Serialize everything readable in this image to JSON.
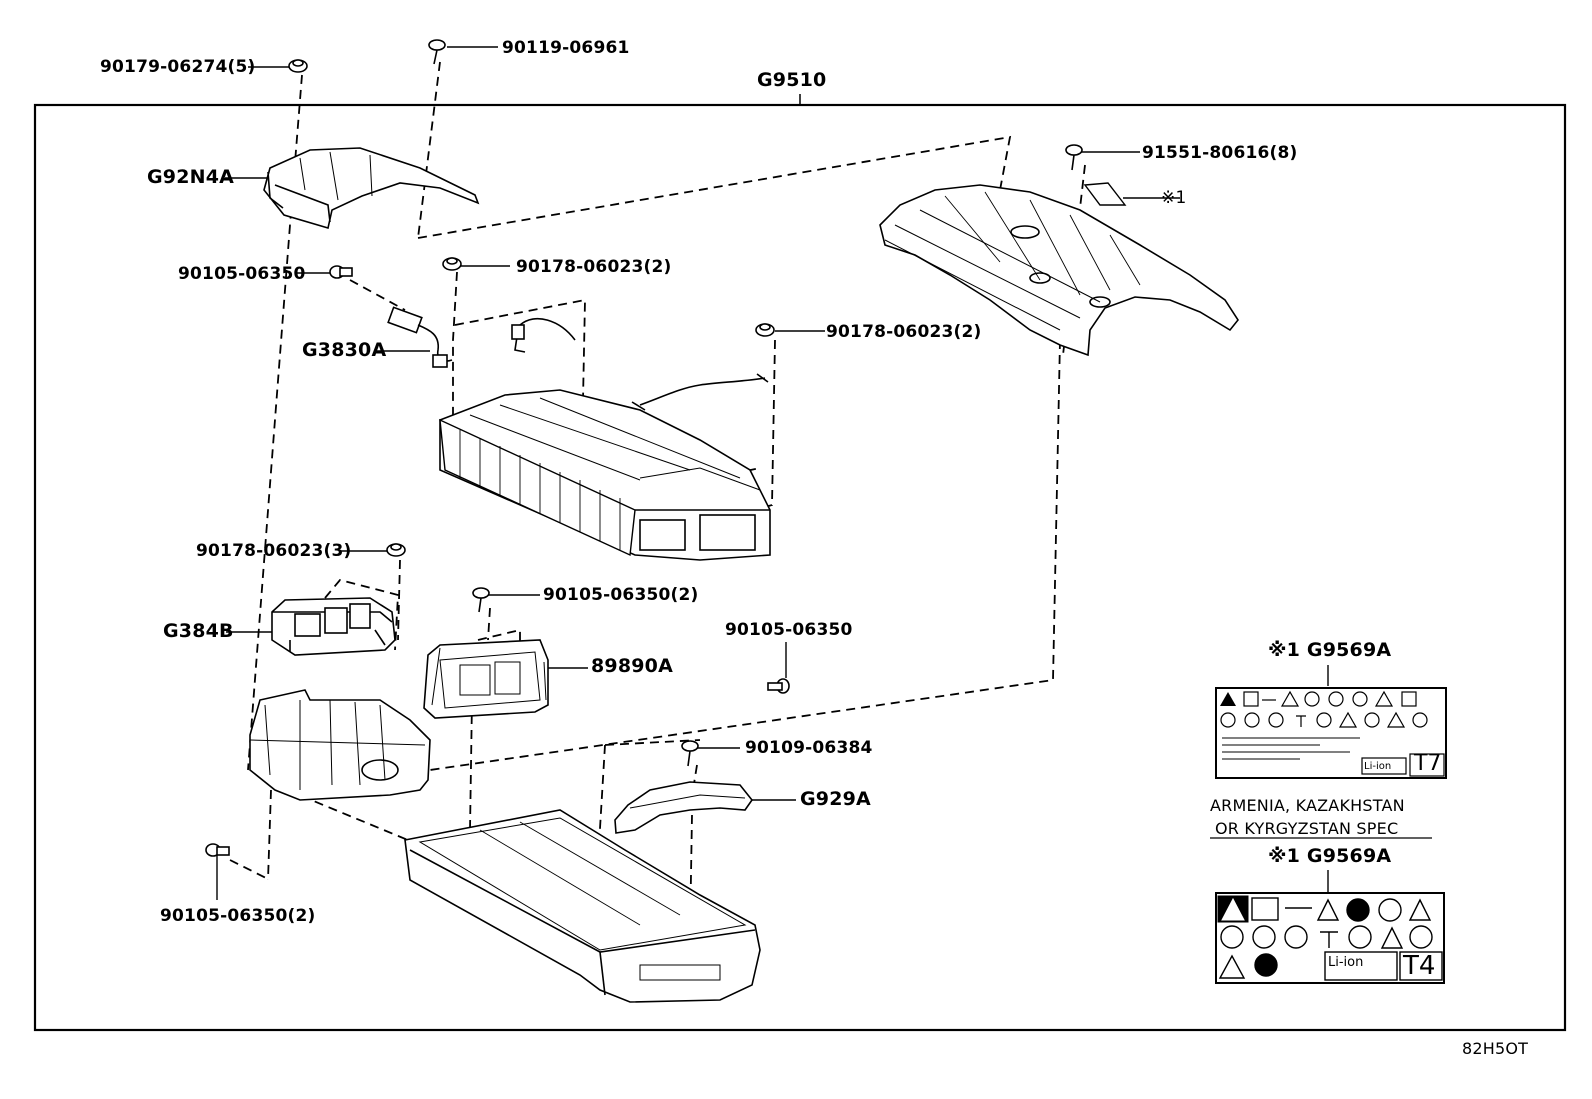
{
  "assembly_label": "G9510",
  "diagram_code": "82H5OT",
  "callouts": {
    "nut_90179": "90179-06274(5)",
    "screw_90119": "90119-06961",
    "bolt_91551": "91551-80616(8)",
    "note_1": "※1",
    "cover_g92n4a": "G92N4A",
    "bolt_90105_a": "90105-06350",
    "nut_90178_a": "90178-06023(2)",
    "nut_90178_b": "90178-06023(2)",
    "wire_g3830a": "G3830A",
    "nut_90178_c": "90178-06023(3)",
    "block_g384b": "G384B",
    "bolt_90105_b": "90105-06350(2)",
    "ecu_89890a": "89890A",
    "bolt_90105_c": "90105-06350",
    "bolt_90109": "90109-06384",
    "bracket_g929a": "G929A",
    "bolt_90105_d": "90105-06350(2)"
  },
  "labels": {
    "label_top_title": "※1 G9569A",
    "label_top_tag": "T7",
    "label_top_liion": "Li-ion",
    "region_line1": "ARMENIA, KAZAKHSTAN",
    "region_line2": "OR KYRGYZSTAN SPEC",
    "label_bottom_title": "※1 G9569A",
    "label_bottom_tag": "T4",
    "label_bottom_liion": "Li-ion"
  }
}
